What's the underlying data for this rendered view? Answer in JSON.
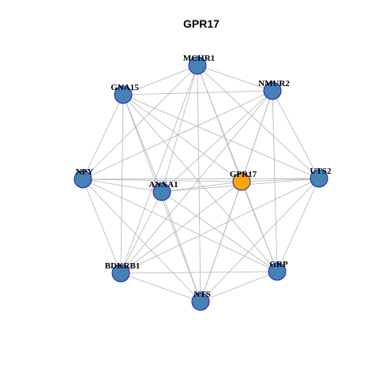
{
  "title": "GPR17",
  "colors": {
    "node_default": "#4682b4",
    "node_highlight": "#ffa500",
    "node_border": "#1f1fb8",
    "edge": "#b3b3b3"
  },
  "nodes": [
    {
      "id": "MCHR1",
      "label": "MCHR1",
      "highlight": false
    },
    {
      "id": "NMUR2",
      "label": "NMUR2",
      "highlight": false
    },
    {
      "id": "UTS2",
      "label": "UTS2",
      "highlight": false
    },
    {
      "id": "GRP",
      "label": "GRP",
      "highlight": false
    },
    {
      "id": "NTS",
      "label": "NTS",
      "highlight": false
    },
    {
      "id": "BDKRB1",
      "label": "BDKRB1",
      "highlight": false
    },
    {
      "id": "NPY",
      "label": "NPY",
      "highlight": false
    },
    {
      "id": "GNA15",
      "label": "GNA15",
      "highlight": false
    },
    {
      "id": "ANXA1",
      "label": "ANXA1",
      "highlight": false
    },
    {
      "id": "GPR17",
      "label": "GPR17",
      "highlight": true
    }
  ],
  "edges": [
    [
      "MCHR1",
      "GNA15"
    ],
    [
      "MCHR1",
      "NMUR2"
    ],
    [
      "MCHR1",
      "UTS2"
    ],
    [
      "MCHR1",
      "GRP"
    ],
    [
      "MCHR1",
      "NTS"
    ],
    [
      "MCHR1",
      "BDKRB1"
    ],
    [
      "MCHR1",
      "NPY"
    ],
    [
      "MCHR1",
      "ANXA1"
    ],
    [
      "MCHR1",
      "GPR17"
    ],
    [
      "NMUR2",
      "GNA15"
    ],
    [
      "NMUR2",
      "UTS2"
    ],
    [
      "NMUR2",
      "GRP"
    ],
    [
      "NMUR2",
      "NTS"
    ],
    [
      "NMUR2",
      "BDKRB1"
    ],
    [
      "NMUR2",
      "NPY"
    ],
    [
      "NMUR2",
      "ANXA1"
    ],
    [
      "NMUR2",
      "GPR17"
    ],
    [
      "UTS2",
      "NPY"
    ],
    [
      "UTS2",
      "ANXA1"
    ],
    [
      "UTS2",
      "GPR17"
    ],
    [
      "UTS2",
      "BDKRB1"
    ],
    [
      "UTS2",
      "NTS"
    ],
    [
      "UTS2",
      "GRP"
    ],
    [
      "UTS2",
      "GNA15"
    ],
    [
      "GRP",
      "GNA15"
    ],
    [
      "GRP",
      "NPY"
    ],
    [
      "GRP",
      "ANXA1"
    ],
    [
      "GRP",
      "GPR17"
    ],
    [
      "GRP",
      "BDKRB1"
    ],
    [
      "GRP",
      "NTS"
    ],
    [
      "NTS",
      "GNA15"
    ],
    [
      "NTS",
      "NPY"
    ],
    [
      "NTS",
      "ANXA1"
    ],
    [
      "NTS",
      "GPR17"
    ],
    [
      "NTS",
      "BDKRB1"
    ],
    [
      "BDKRB1",
      "GNA15"
    ],
    [
      "BDKRB1",
      "NPY"
    ],
    [
      "BDKRB1",
      "GPR17"
    ],
    [
      "BDKRB1",
      "ANXA1"
    ],
    [
      "NPY",
      "GNA15"
    ],
    [
      "NPY",
      "GPR17"
    ],
    [
      "NPY",
      "ANXA1"
    ],
    [
      "GNA15",
      "ANXA1"
    ],
    [
      "GNA15",
      "GPR17"
    ],
    [
      "ANXA1",
      "GPR17"
    ]
  ]
}
